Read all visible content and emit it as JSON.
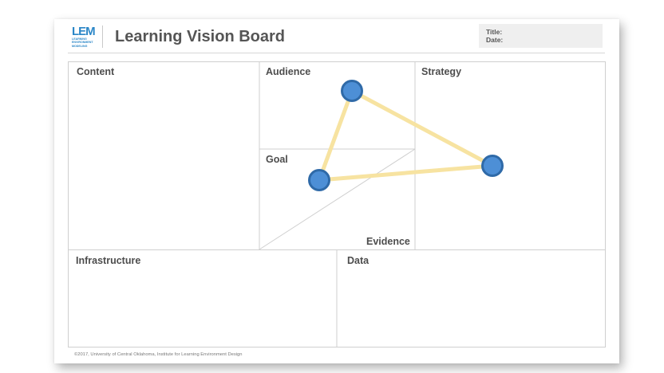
{
  "logo": {
    "mark": "LEM",
    "subtitle": "Learning\nEnvironment\nModeling"
  },
  "header": {
    "title": "Learning Vision Board",
    "meta": {
      "title_label": "Title:",
      "date_label": "Date:"
    }
  },
  "cells": {
    "content": "Content",
    "audience": "Audience",
    "strategy": "Strategy",
    "goal": "Goal",
    "evidence": "Evidence",
    "infrastructure": "Infrastructure",
    "data": "Data"
  },
  "footer": "©2017, University of Central Oklahoma, Institute for Learning Environment Design",
  "colors": {
    "node_fill": "#4d8fd6",
    "node_stroke": "#2f6aa8",
    "connector": "#f7e3a1",
    "grid_line": "#cfcfcf",
    "logo": "#2a86c7"
  }
}
